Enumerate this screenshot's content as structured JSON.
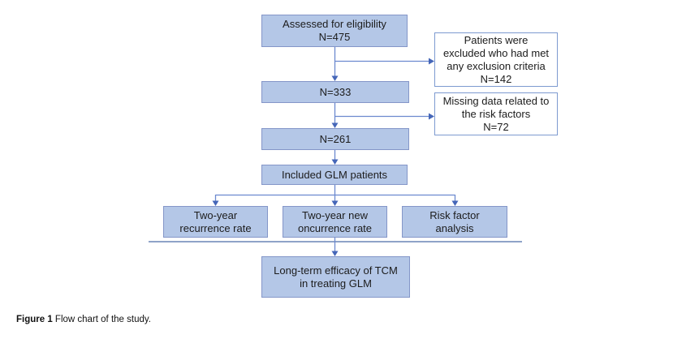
{
  "figure": {
    "boxes": {
      "assessed": "Assessed for eligibility\nN=475",
      "excluded": "Patients were\nexcluded who had met\nany exclusion criteria\nN=142",
      "n333": "N=333",
      "missing": "Missing data related to\nthe risk factors\nN=72",
      "n261": "N=261",
      "included": "Included GLM patients",
      "recurrence": "Two-year\nrecurrence rate",
      "new_occurrence": "Two-year new\noncurrence rate",
      "risk_factor": "Risk factor\nanalysis",
      "outcome": "Long-term efficacy of TCM\nin treating GLM"
    },
    "caption": {
      "label": "Figure 1",
      "text": " Flow chart of the study."
    },
    "colors": {
      "box_fill": "#b4c7e7",
      "box_border": "#8496c8",
      "callout_border": "#7d9ad0",
      "connector_line": "#6c89cf",
      "arrowhead": "#4566b8",
      "separator_line": "#8fa3c8",
      "text": "#1c1c1c"
    }
  }
}
